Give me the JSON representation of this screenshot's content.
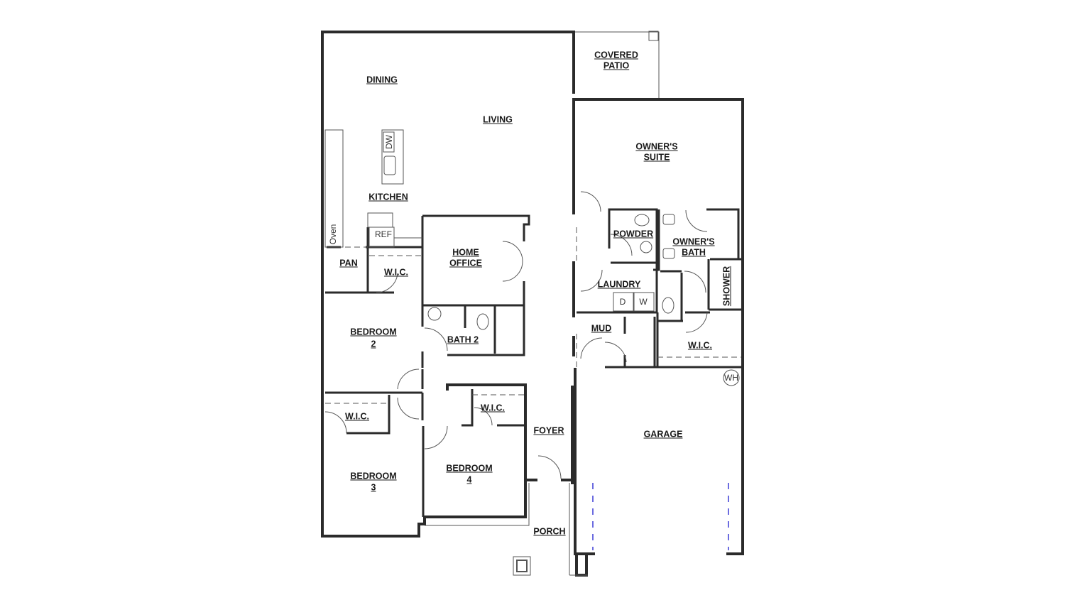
{
  "plan": {
    "type": "single-story residential floor plan",
    "rooms": {
      "dining": "DINING",
      "living": "LIVING",
      "kitchen": "KITCHEN",
      "covered_patio_line1": "COVERED",
      "covered_patio_line2": "PATIO",
      "owners_suite_line1": "OWNER'S",
      "owners_suite_line2": "SUITE",
      "pan": "PAN",
      "wic_bed2": "W.I.C.",
      "home_office_line1": "HOME",
      "home_office_line2": "OFFICE",
      "powder": "POWDER",
      "owners_bath_line1": "OWNER'S",
      "owners_bath_line2": "BATH",
      "laundry": "LAUNDRY",
      "shower": "SHOWER",
      "mud": "MUD",
      "wic_owner": "W.I.C.",
      "bedroom2_line1": "BEDROOM",
      "bedroom2_line2": "2",
      "bath2": "BATH 2",
      "wic_bed3": "W.I.C.",
      "wic_bed4": "W.I.C.",
      "bedroom3_line1": "BEDROOM",
      "bedroom3_line2": "3",
      "bedroom4_line1": "BEDROOM",
      "bedroom4_line2": "4",
      "foyer": "FOYER",
      "porch": "PORCH",
      "garage": "GARAGE"
    },
    "fixtures": {
      "dishwasher": "DW",
      "oven": "Oven",
      "refrigerator": "REF",
      "dryer": "D",
      "washer": "W",
      "water_heater": "WH"
    },
    "colors": {
      "wall": "#2b2b2b",
      "wall_fill": "#9a9a9a",
      "thin_line": "#555555",
      "garage_door": "#3b3bd6"
    }
  }
}
